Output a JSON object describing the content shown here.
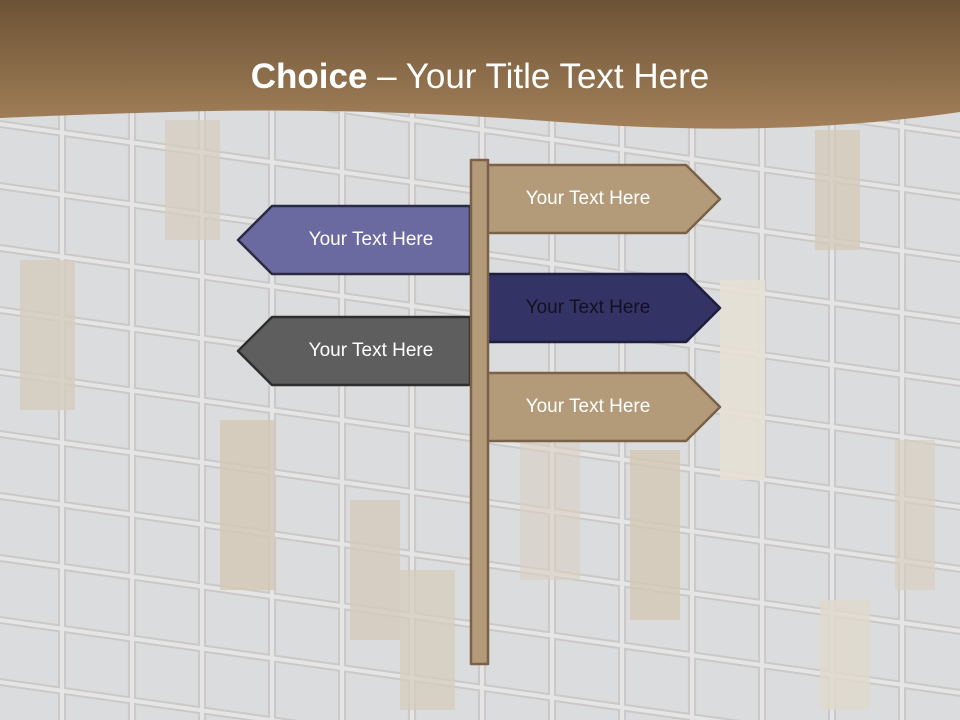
{
  "slide": {
    "title_bold": "Choice",
    "title_rest": " – Your Title Text Here"
  },
  "signs": [
    {
      "label": "Your Text Here",
      "direction": "right",
      "fill": "#b39b7a",
      "text_color": "#ffffff"
    },
    {
      "label": "Your Text Here",
      "direction": "left",
      "fill": "#6a6aa0",
      "text_color": "#ffffff"
    },
    {
      "label": "Your Text Here",
      "direction": "right",
      "fill": "#333366",
      "text_color": "#111122"
    },
    {
      "label": "Your Text Here",
      "direction": "left",
      "fill": "#5e5e5e",
      "text_color": "#ffffff"
    },
    {
      "label": "Your Text Here",
      "direction": "right",
      "fill": "#b39b7a",
      "text_color": "#ffffff"
    }
  ],
  "colors": {
    "title_band_top": "#6c5335",
    "title_band_bottom": "#a3805a",
    "post_fill": "#b39b7a",
    "outline": "#7a6147"
  }
}
